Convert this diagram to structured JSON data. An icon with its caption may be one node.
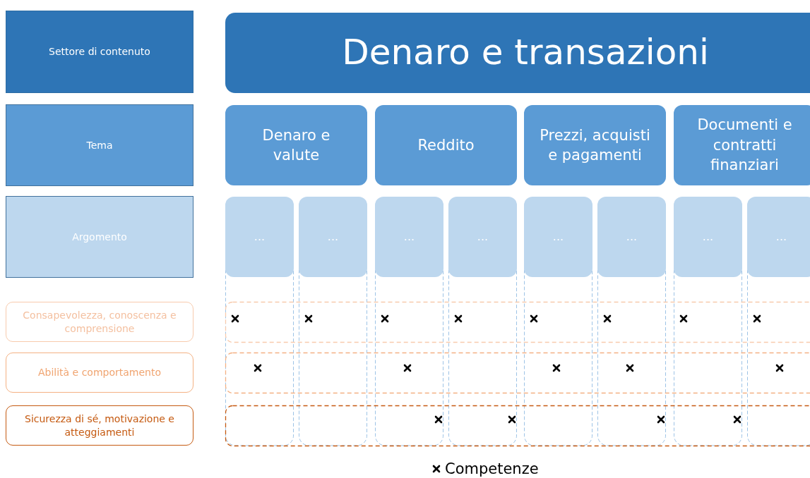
{
  "diagram": {
    "nodes": [
      {
        "text": [
          "Settore di contenuto"
        ]
      },
      {
        "text": [
          "Tema"
        ]
      },
      {
        "text": [
          "Argomento"
        ]
      },
      {
        "text": [
          "Consapevolezza, conoscenza e comprensione"
        ]
      },
      {
        "text": [
          "Abilità e comportamento"
        ]
      },
      {
        "text": [
          "Sicurezza di sé, motivazione e atteggiamenti"
        ]
      },
      {
        "text": [
          "Denaro e transazioni"
        ]
      },
      {
        "text": [
          "Denaro e valute"
        ]
      },
      {
        "text": [
          "Reddito"
        ]
      },
      {
        "text": [
          "Prezzi, acquisti e pagamenti"
        ]
      },
      {
        "text": [
          "Documenti e contratti finanziari"
        ]
      },
      {
        "text": [
          "..."
        ]
      },
      {
        "text": [
          "..."
        ]
      },
      {
        "text": [
          "..."
        ]
      },
      {
        "text": [
          "..."
        ]
      },
      {
        "text": [
          "..."
        ]
      },
      {
        "text": [
          "..."
        ]
      },
      {
        "text": [
          "..."
        ]
      },
      {
        "text": [
          "..."
        ]
      }
    ],
    "edges": [],
    "legend": [
      {
        "text": "Competenze"
      }
    ]
  }
}
